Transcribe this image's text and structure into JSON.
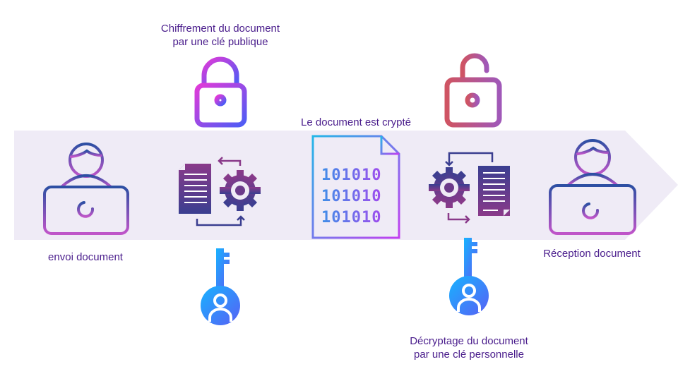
{
  "labels": {
    "encryption_line1": "Chiffrement du document",
    "encryption_line2": "par une clé publique",
    "encrypted": "Le document est crypté",
    "send": "envoi document",
    "receive": "Réception document",
    "decryption_line1": "Décryptage du document",
    "decryption_line2": "par une clé personnelle"
  },
  "binary_rows": [
    "101010",
    "101010",
    "101010"
  ],
  "colors": {
    "band": "#efebf6",
    "text": "#4a1d8c",
    "purple": "#8a3fbf",
    "blue": "#3a4aa8",
    "key": "#2f80ff",
    "lock": "#c03ee0",
    "unlock": "#cc5570"
  }
}
